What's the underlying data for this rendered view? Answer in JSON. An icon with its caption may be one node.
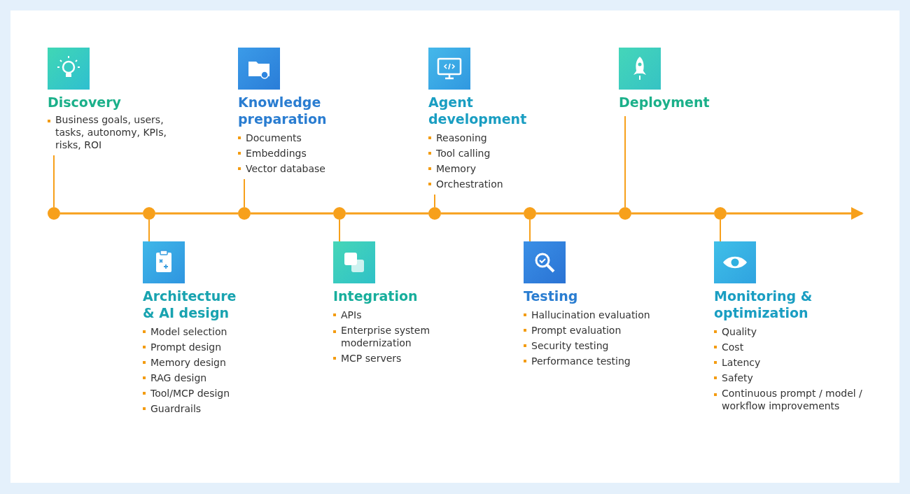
{
  "diagram": {
    "nodes": [
      {
        "text": [
          "Discovery",
          "Business goals, users, tasks, autonomy, KPIs, risks, ROI"
        ]
      },
      {
        "text": [
          "Architecture & AI design",
          "Model selection",
          "Prompt design",
          "Memory design",
          "RAG design",
          "Tool/MCP design",
          "Guardrails"
        ]
      },
      {
        "text": [
          "Knowledge preparation",
          "Documents",
          "Embeddings",
          "Vector database"
        ]
      },
      {
        "text": [
          "Integration",
          "APIs",
          "Enterprise system modernization",
          "MCP servers"
        ]
      },
      {
        "text": [
          "Agent development",
          "Reasoning",
          "Tool calling",
          "Memory",
          "Orchestration"
        ]
      },
      {
        "text": [
          "Testing",
          "Hallucination evaluation",
          "Prompt evaluation",
          "Security testing",
          "Performance testing"
        ]
      },
      {
        "text": [
          "Deployment"
        ]
      },
      {
        "text": [
          "Monitoring & optimization",
          "Quality",
          "Cost",
          "Latency",
          "Safety",
          "Continuous prompt / model / workflow improvements"
        ]
      },
      {
        "text": [],
        "shape": "circle"
      },
      {
        "text": [],
        "shape": "circle"
      },
      {
        "text": [],
        "shape": "circle"
      },
      {
        "text": [],
        "shape": "circle"
      },
      {
        "text": [],
        "shape": "circle"
      },
      {
        "text": [],
        "shape": "circle"
      },
      {
        "text": [],
        "shape": "circle"
      },
      {
        "text": [],
        "shape": "circle"
      }
    ],
    "edges": [
      {
        "from": 8,
        "to": 9,
        "arrow": "none"
      },
      {
        "from": 9,
        "to": 10,
        "arrow": "none"
      },
      {
        "from": 10,
        "to": 11,
        "arrow": "none"
      },
      {
        "from": 11,
        "to": 12,
        "arrow": "none"
      },
      {
        "from": 12,
        "to": 13,
        "arrow": "none"
      },
      {
        "from": 13,
        "to": 14,
        "arrow": "none"
      },
      {
        "from": 14,
        "to": 15,
        "arrow": "none"
      },
      {
        "from": 15,
        "to": null,
        "arrow": "to"
      },
      {
        "from": 8,
        "to": 0,
        "arrow": "none"
      },
      {
        "from": 9,
        "to": 1,
        "arrow": "none"
      },
      {
        "from": 10,
        "to": 2,
        "arrow": "none"
      },
      {
        "from": 11,
        "to": 3,
        "arrow": "none"
      },
      {
        "from": 12,
        "to": 4,
        "arrow": "none"
      },
      {
        "from": 13,
        "to": 5,
        "arrow": "none"
      },
      {
        "from": 14,
        "to": 6,
        "arrow": "none"
      },
      {
        "from": 15,
        "to": 7,
        "arrow": "none"
      }
    ]
  }
}
